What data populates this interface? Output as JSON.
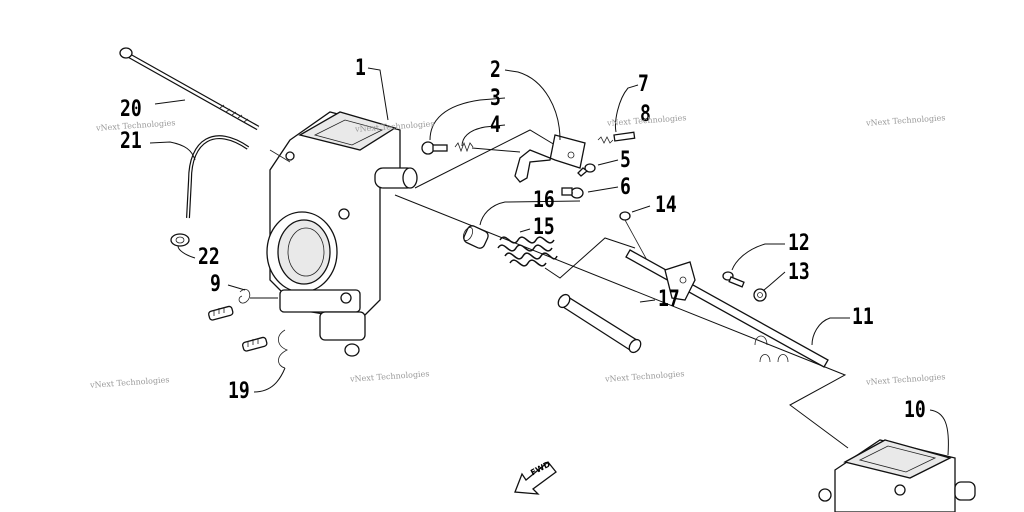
{
  "diagram": {
    "callouts": [
      {
        "id": "c1",
        "text": "1"
      },
      {
        "id": "c2",
        "text": "2"
      },
      {
        "id": "c3",
        "text": "3"
      },
      {
        "id": "c4",
        "text": "4"
      },
      {
        "id": "c5",
        "text": "5"
      },
      {
        "id": "c6",
        "text": "6"
      },
      {
        "id": "c7",
        "text": "7"
      },
      {
        "id": "c8",
        "text": "8"
      },
      {
        "id": "c9",
        "text": "9"
      },
      {
        "id": "c10",
        "text": "10"
      },
      {
        "id": "c11",
        "text": "11"
      },
      {
        "id": "c12",
        "text": "12"
      },
      {
        "id": "c13",
        "text": "13"
      },
      {
        "id": "c14",
        "text": "14"
      },
      {
        "id": "c15",
        "text": "15"
      },
      {
        "id": "c16",
        "text": "16"
      },
      {
        "id": "c17",
        "text": "17"
      },
      {
        "id": "c19",
        "text": "19"
      },
      {
        "id": "c20",
        "text": "20"
      },
      {
        "id": "c21",
        "text": "21"
      },
      {
        "id": "c22",
        "text": "22"
      }
    ],
    "fwd_label": "FWD",
    "watermark": "vNext Technologies"
  }
}
